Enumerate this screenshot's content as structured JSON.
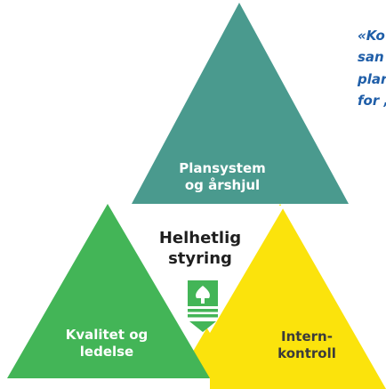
{
  "triangles": {
    "top": {
      "label_line1": "Plansystem",
      "label_line2": "og årshjul",
      "color": "#4a9a8e"
    },
    "left": {
      "label_line1": "Kvalitet og",
      "label_line2": "ledelse",
      "color": "#43b557"
    },
    "right": {
      "label_line1": "Intern-",
      "label_line2": "kontroll",
      "color": "#fbe30c"
    }
  },
  "center": {
    "title_line1": "Helhetlig",
    "title_line2": "styring",
    "logo_icon": "tree-emblem-icon",
    "logo_color": "#43b557",
    "arrow_icon": "double-chevron-down-icon"
  },
  "quote": {
    "lines": [
      "«Ko",
      "san",
      "plar",
      "for ,"
    ],
    "color": "#1f5ea8"
  }
}
